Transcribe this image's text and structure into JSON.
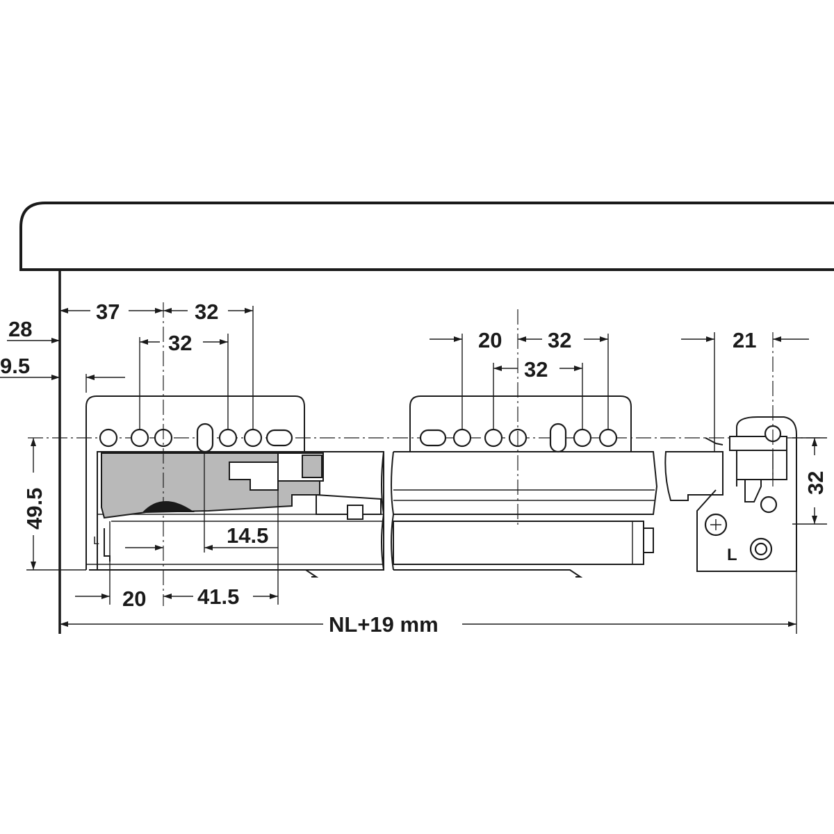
{
  "diagram": {
    "dimensions": {
      "d37": "37",
      "d32_top": "32",
      "d32_mid": "32",
      "d28": "28",
      "d9_5": "9.5",
      "d49_5": "49.5",
      "d14_5": "14.5",
      "d20_bottom": "20",
      "d41_5": "41.5",
      "d20_center": "20",
      "d32_center_top": "32",
      "d32_center_mid": "32",
      "d21": "21",
      "d32_right": "32",
      "total_length": "NL+19 mm"
    },
    "markings": {
      "left_L": "L",
      "right_L": "L"
    }
  }
}
